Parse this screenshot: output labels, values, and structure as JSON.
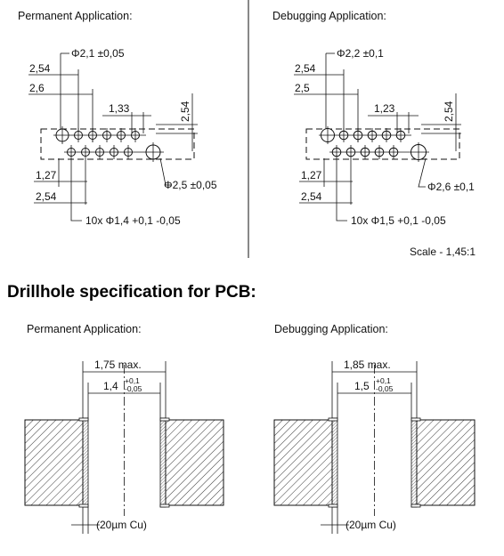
{
  "pad_layout": {
    "permanent": {
      "heading": "Permanent Application:",
      "pin_hole": "Φ2,1 ±0,05",
      "pitch_a": "2,54",
      "pitch_b": "2,6",
      "offset": "1,33",
      "height": "2,54",
      "mount_hole": "Φ2,5 ±0,05",
      "small_offset": "1,27",
      "bottom_pitch": "2,54",
      "via_holes": "10x Φ1,4 +0,1 -0,05"
    },
    "debugging": {
      "heading": "Debugging Application:",
      "pin_hole": "Φ2,2 ±0,1",
      "pitch_a": "2,54",
      "pitch_b": "2,5",
      "offset": "1,23",
      "height": "2,54",
      "mount_hole": "Φ2,6 ±0,1",
      "small_offset": "1,27",
      "bottom_pitch": "2,54",
      "via_holes": "10x Φ1,5 +0,1 -0,05"
    },
    "scale": "Scale - 1,45:1"
  },
  "drillhole": {
    "title": "Drillhole specification for PCB:",
    "permanent": {
      "heading": "Permanent Application:",
      "max_dia": "1,75  max.",
      "hole_dia": "1,4",
      "tol_plus": "+0,1",
      "tol_minus": "-0,05",
      "plating": "(20µm Cu)"
    },
    "debugging": {
      "heading": "Debugging Application:",
      "max_dia": "1,85  max.",
      "hole_dia": "1,5",
      "tol_plus": "+0,1",
      "tol_minus": "-0,05",
      "plating": "(20µm Cu)"
    }
  }
}
